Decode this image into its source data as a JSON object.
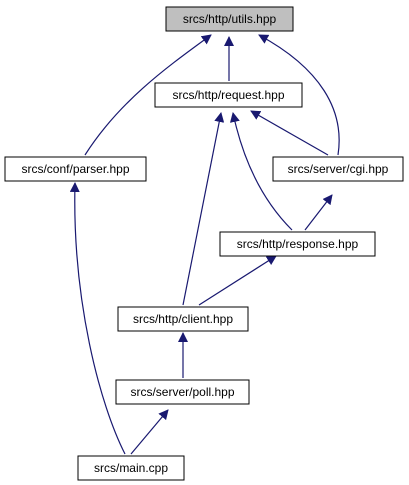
{
  "graph": {
    "colors": {
      "edge": "#191970",
      "node_border": "#000000",
      "root_fill": "#bfbfbf",
      "node_fill": "#ffffff"
    },
    "nodes": {
      "utils": "srcs/http/utils.hpp",
      "request": "srcs/http/request.hpp",
      "parser": "srcs/conf/parser.hpp",
      "cgi": "srcs/server/cgi.hpp",
      "response": "srcs/http/response.hpp",
      "client": "srcs/http/client.hpp",
      "poll": "srcs/server/poll.hpp",
      "main": "srcs/main.cpp"
    },
    "edges": [
      {
        "from": "request",
        "to": "utils"
      },
      {
        "from": "parser",
        "to": "utils"
      },
      {
        "from": "cgi",
        "to": "utils"
      },
      {
        "from": "cgi",
        "to": "request"
      },
      {
        "from": "response",
        "to": "request"
      },
      {
        "from": "client",
        "to": "request"
      },
      {
        "from": "response",
        "to": "cgi"
      },
      {
        "from": "client",
        "to": "response"
      },
      {
        "from": "poll",
        "to": "client"
      },
      {
        "from": "main",
        "to": "parser"
      },
      {
        "from": "main",
        "to": "poll"
      }
    ]
  }
}
